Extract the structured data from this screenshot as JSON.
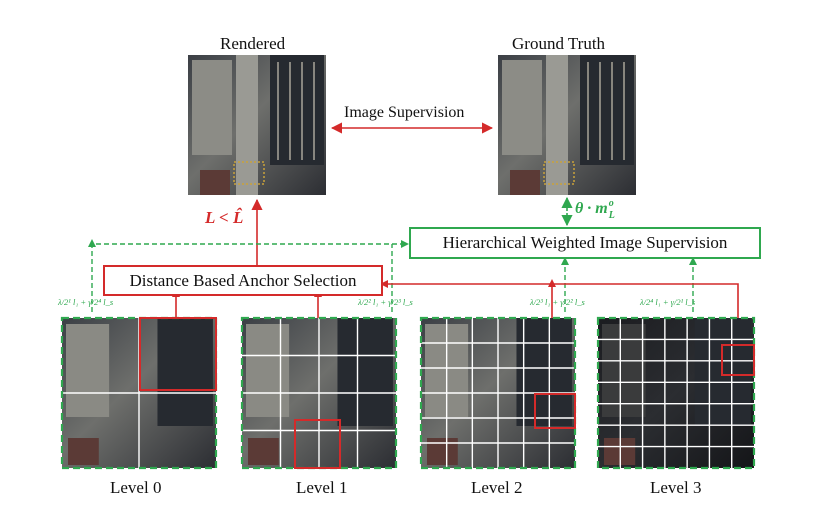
{
  "titles": {
    "rendered": "Rendered",
    "ground_truth": "Ground Truth"
  },
  "labels": {
    "image_supervision": "Image Supervision",
    "loss_condition": "L < L̂",
    "weight_term": "θ · m",
    "weight_sup": "o",
    "weight_sub": "L"
  },
  "boxes": {
    "anchor_selection": "Distance Based Anchor Selection",
    "hierarchical": "Hierarchical Weighted Image Supervision"
  },
  "weights": {
    "level0": "λ/2¹ l₁ + γ/2⁴ l_s",
    "level1": "λ/2² l₁ + γ/2³ l_s",
    "level2": "λ/2³ l₁ + γ/2² l_s",
    "level3": "λ/2⁴ l₁ + γ/2¹ l_s"
  },
  "levels": [
    {
      "label": "Level 0",
      "grid": 2
    },
    {
      "label": "Level 1",
      "grid": 4
    },
    {
      "label": "Level 2",
      "grid": 8
    },
    {
      "label": "Level 3",
      "grid": 16
    }
  ],
  "colors": {
    "red": "#d42a2a",
    "green": "#2fa84f",
    "grid": "#ffffff"
  }
}
